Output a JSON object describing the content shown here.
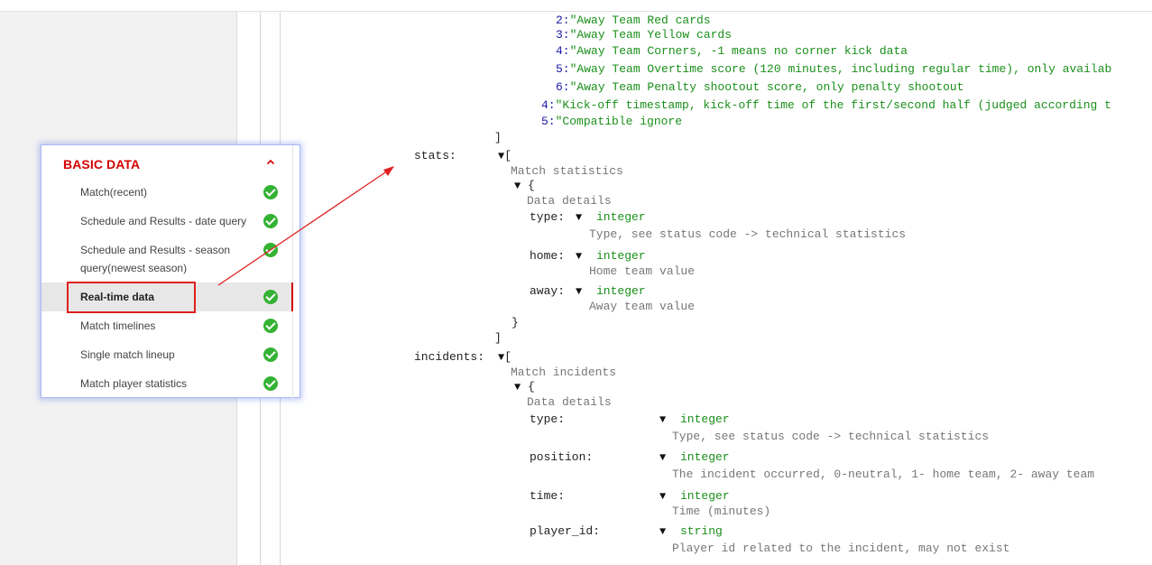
{
  "menu": {
    "title": "BASIC DATA",
    "collapse_glyph": "^",
    "items": [
      {
        "label": "Match(recent)",
        "status": "check-circle-icon"
      },
      {
        "label": "Schedule and Results - date query",
        "status": "check-circle-icon"
      },
      {
        "label": "Schedule and Results - season query(newest season)",
        "line1": "Schedule and Results - season",
        "line2": "query(newest season)",
        "status": "check-circle-icon"
      },
      {
        "label": "Real-time data",
        "status": "check-circle-icon",
        "active": true
      },
      {
        "label": "Match timelines",
        "status": "check-circle-icon"
      },
      {
        "label": "Single match lineup",
        "status": "check-circle-icon"
      },
      {
        "label": "Match player statistics",
        "status": "check-circle-icon"
      }
    ]
  },
  "colors": {
    "accent_red": "#d40000",
    "check_green": "#34b233",
    "string_green": "#1a8f1a",
    "index_blue": "#1a1aa6",
    "desc_gray": "#777777"
  },
  "schema": {
    "score_items": [
      {
        "index": "2:",
        "text": "\"Away Team Red cards"
      },
      {
        "index": "3:",
        "text": "\"Away Team Yellow cards"
      },
      {
        "index": "4:",
        "text": "\"Away Team Corners, -1 means no corner kick data"
      },
      {
        "index": "5:",
        "text": "\"Away Team Overtime score (120 minutes, including regular time), only availab"
      },
      {
        "index": "6:",
        "text": "\"Away Team Penalty shootout score, only penalty shootout"
      }
    ],
    "outer_items": [
      {
        "index": "4:",
        "text": "\"Kick-off timestamp, kick-off time of the first/second half (judged according t"
      },
      {
        "index": "5:",
        "text": "\"Compatible ignore"
      }
    ],
    "close_bracket": "]",
    "open_bracket": "[",
    "open_brace": "{",
    "close_brace": "}",
    "triangle": "▼",
    "stats": {
      "key": "stats:",
      "description": "Match statistics",
      "details": "Data details",
      "fields": [
        {
          "key": "type:",
          "type": "integer",
          "desc": "Type, see status code -> technical statistics"
        },
        {
          "key": "home:",
          "type": "integer",
          "desc": "Home team value"
        },
        {
          "key": "away:",
          "type": "integer",
          "desc": "Away team value"
        }
      ]
    },
    "incidents": {
      "key": "incidents:",
      "description": "Match incidents",
      "details": "Data details",
      "fields": [
        {
          "key": "type:",
          "type": "integer",
          "desc": "Type, see status code -> technical statistics"
        },
        {
          "key": "position:",
          "type": "integer",
          "desc": "The incident occurred, 0-neutral, 1- home team, 2- away team"
        },
        {
          "key": "time:",
          "type": "integer",
          "desc": "Time (minutes)"
        },
        {
          "key": "player_id:",
          "type": "string",
          "desc": "Player id related to the incident, may not exist"
        }
      ]
    }
  }
}
